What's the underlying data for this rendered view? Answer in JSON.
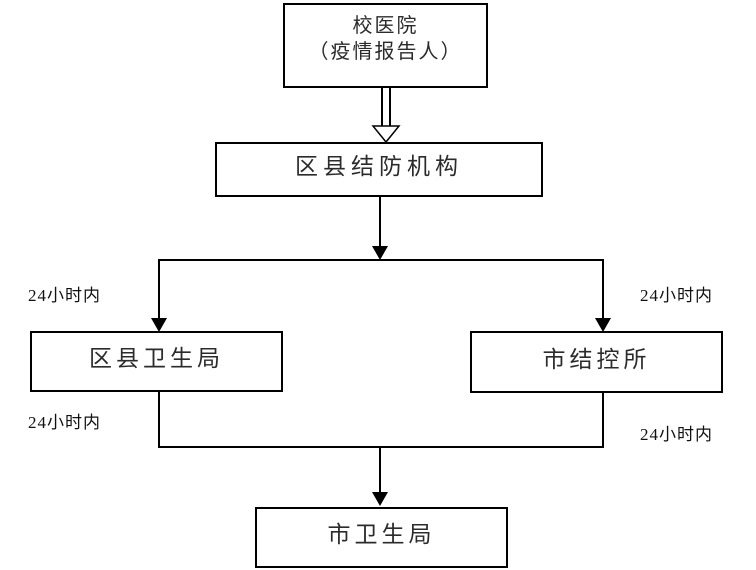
{
  "diagram": {
    "type": "flowchart",
    "nodes": {
      "school_hospital": {
        "line1": "校医院",
        "line2": "（疫情报告人）"
      },
      "district_county_tb_org": {
        "label": "区县结防机构"
      },
      "district_county_health_bureau": {
        "label": "区县卫生局"
      },
      "city_tb_control_institute": {
        "label": "市结控所"
      },
      "city_health_bureau": {
        "label": "市卫生局"
      }
    },
    "edge_labels": {
      "upper_left": "24小时内",
      "upper_right": "24小时内",
      "lower_left": "24小时内",
      "lower_right": "24小时内"
    },
    "colors": {
      "line": "#000000",
      "box_border": "#000000",
      "background": "#ffffff",
      "text": "#2b2b2b"
    }
  }
}
